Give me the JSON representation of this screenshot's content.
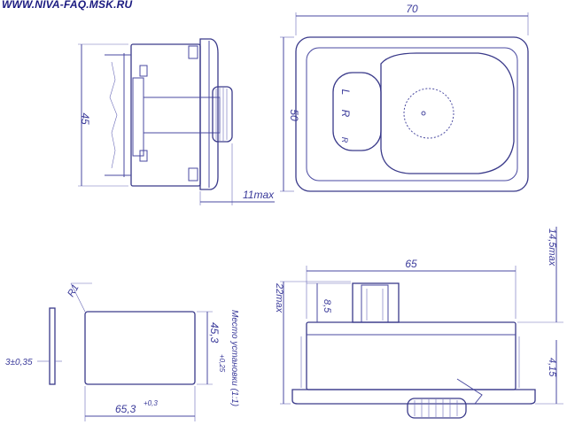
{
  "watermark": "WWW.NIVA-FAQ.MSK.RU",
  "dims": {
    "top_width": "70",
    "side_height": "45",
    "front_height": "50",
    "protrusion": "11max",
    "mount_radius": "R1",
    "panel_thickness": "3±0,35",
    "cutout_height": "45,3",
    "cutout_height_tol": "+0,25",
    "cutout_width": "65,3",
    "cutout_width_tol": "+0,3",
    "cutout_note": "Место установки (1:1)",
    "bottom_width": "65",
    "overall_height": "22max",
    "connector_height": "8,5",
    "top_offset": "14,5max",
    "bottom_offset": "4,15"
  },
  "knob_labels": {
    "left": "L",
    "right_large": "R",
    "right_small": "R"
  },
  "colors": {
    "line": "#4a4aa0",
    "text": "#3a3a9a",
    "watermark": "#1a1a80"
  }
}
